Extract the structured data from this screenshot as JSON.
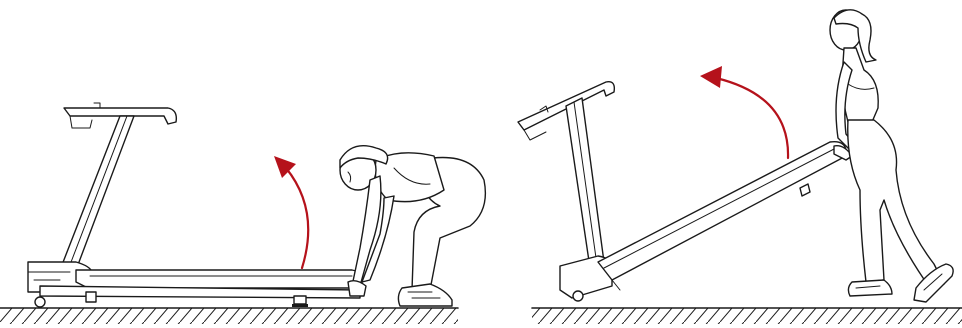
{
  "figure": {
    "panels": [
      {
        "id": "step-1",
        "action": "lift-rear-of-deck-while-squatting"
      },
      {
        "id": "step-2",
        "action": "raise-deck-to-tilted-position-while-standing"
      }
    ],
    "colors": {
      "outline": "#1a1a1a",
      "arrow": "#b5121b",
      "background": "#ffffff"
    },
    "icons": [
      "curved-up-arrow-icon",
      "curved-up-arrow-icon"
    ]
  }
}
